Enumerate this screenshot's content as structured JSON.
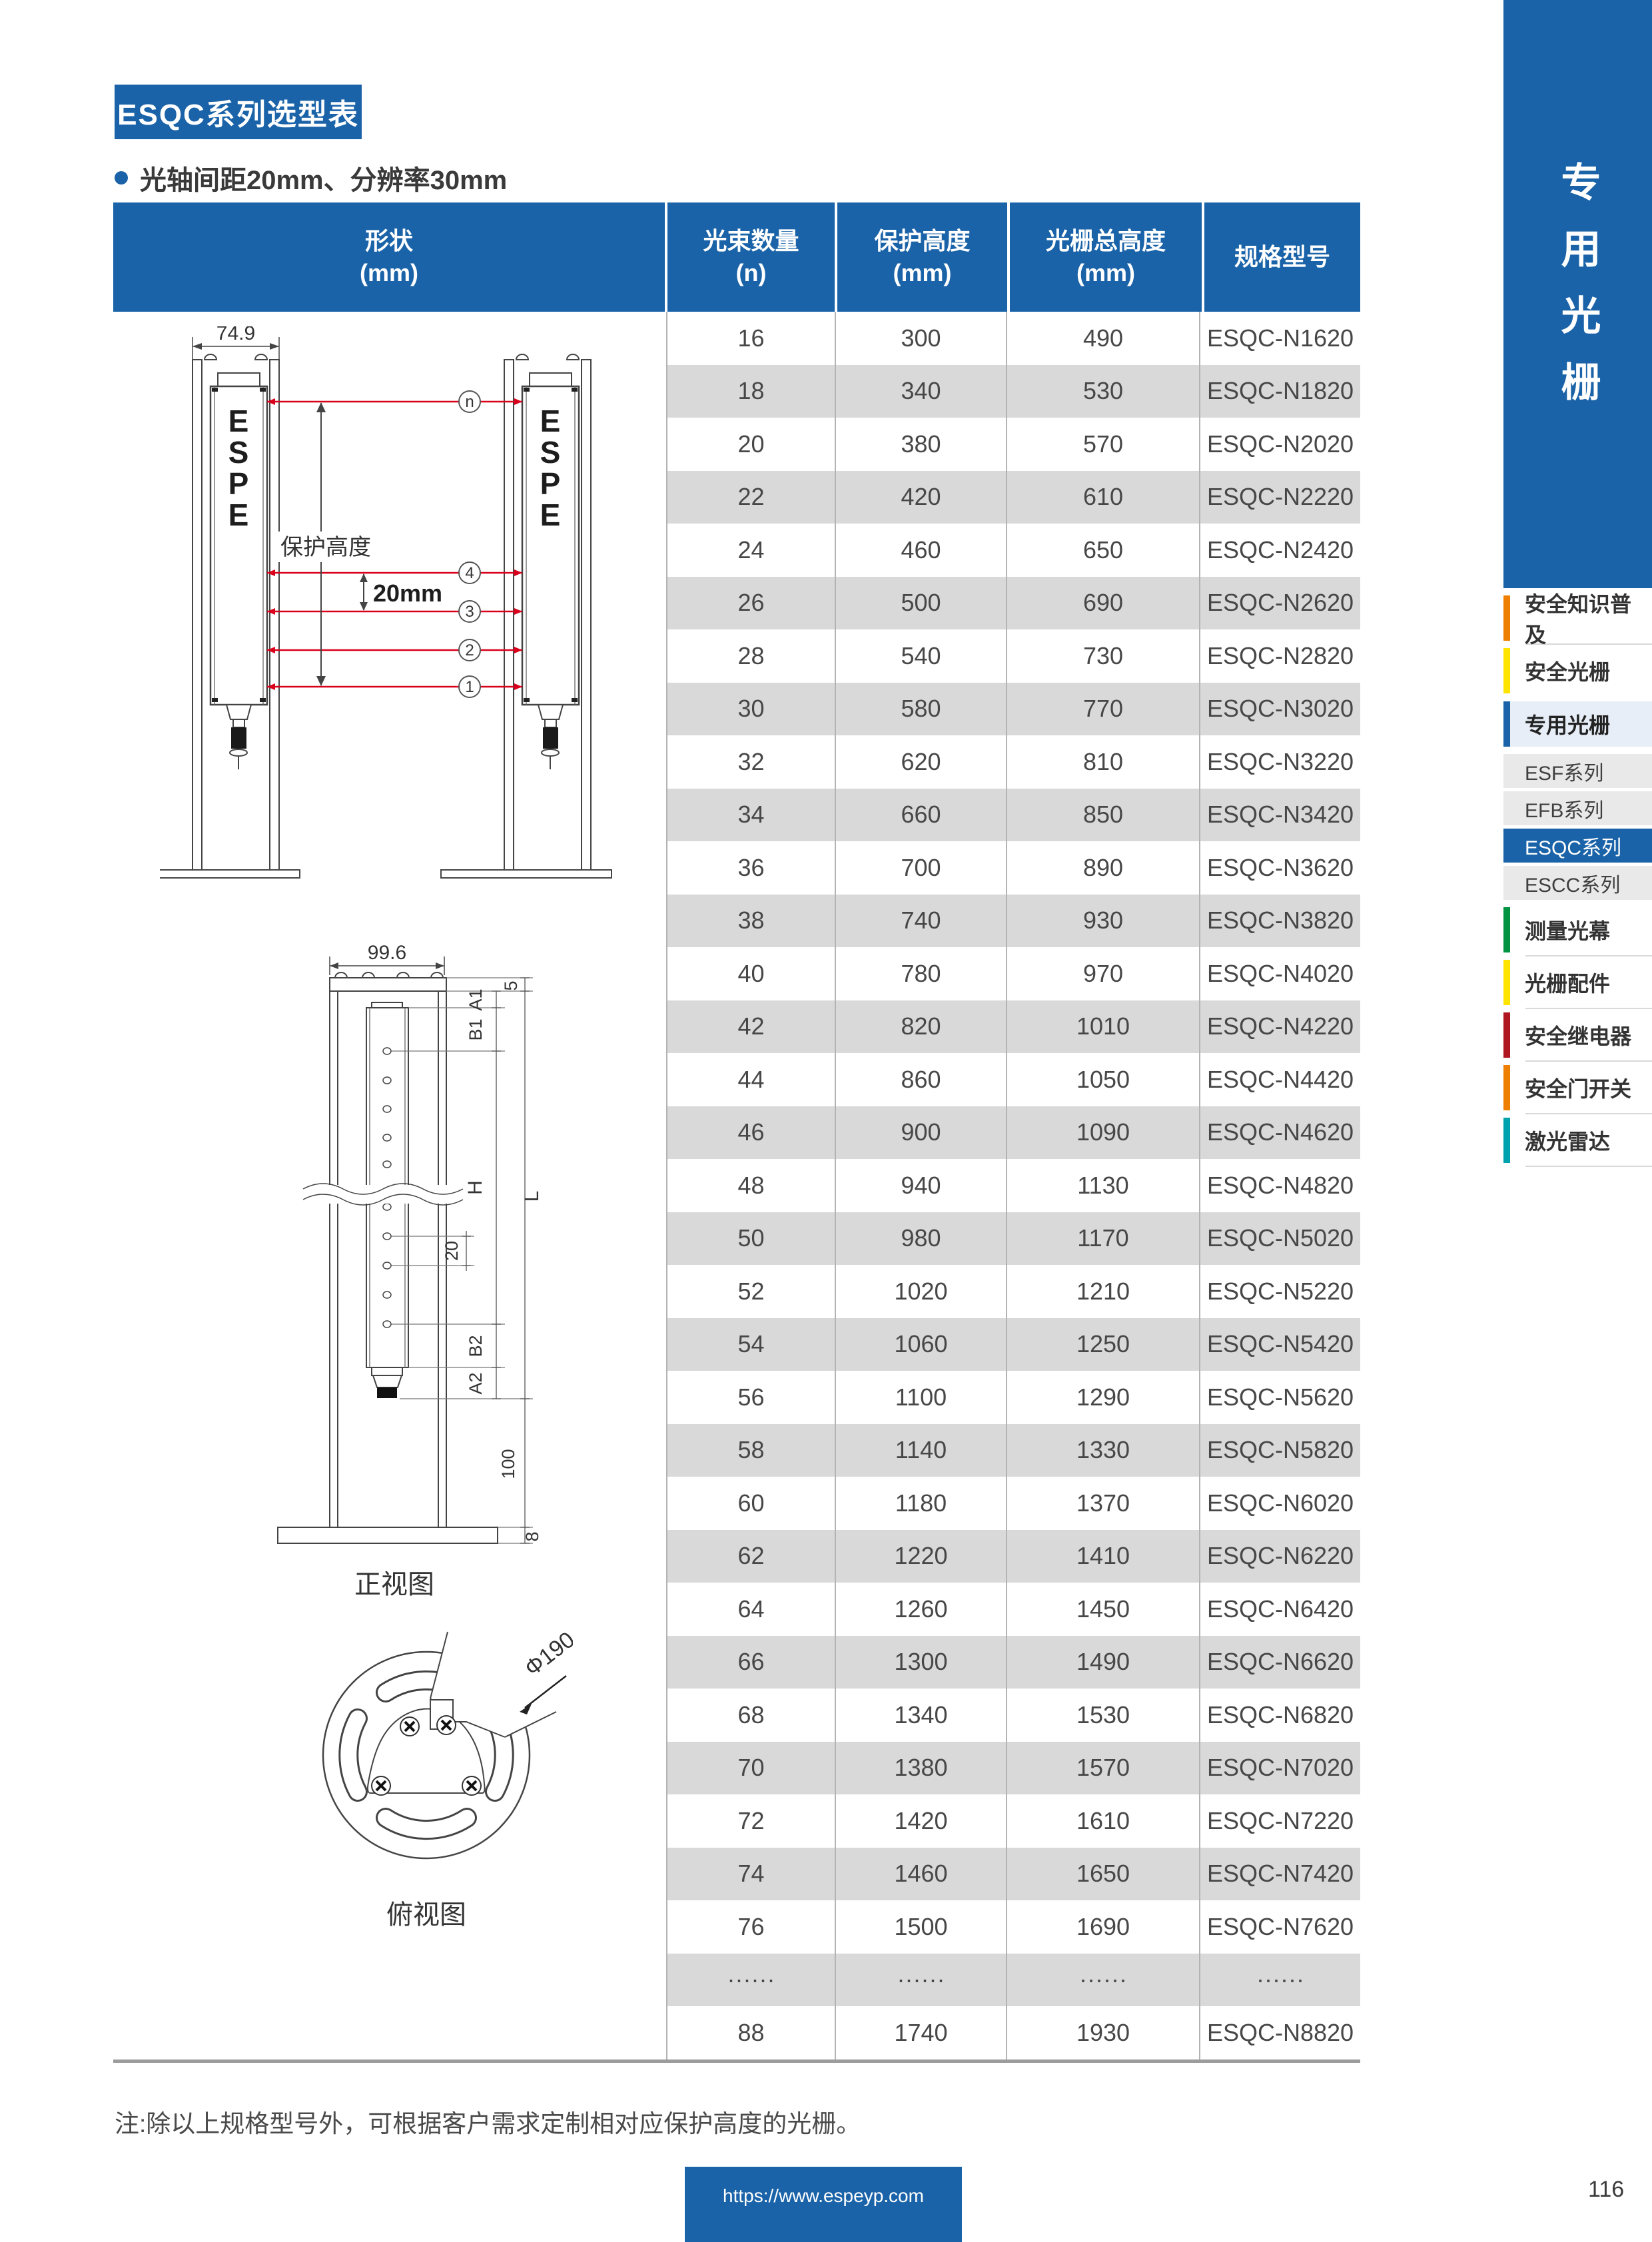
{
  "colors": {
    "accent": "#1a63a8",
    "row_alt": "#d9d9d9",
    "beam": "#d9001b"
  },
  "header": {
    "title": "ESQC系列选型表",
    "bullet": "光轴间距20mm、分辨率30mm"
  },
  "table": {
    "headers": [
      {
        "line1": "形状",
        "line2": "(mm)"
      },
      {
        "line1": "光束数量",
        "line2": "(n)"
      },
      {
        "line1": "保护高度",
        "line2": "(mm)"
      },
      {
        "line1": "光栅总高度",
        "line2": "(mm)"
      },
      {
        "line1": "规格型号",
        "line2": ""
      }
    ],
    "rows": [
      [
        "16",
        "300",
        "490",
        "ESQC-N1620"
      ],
      [
        "18",
        "340",
        "530",
        "ESQC-N1820"
      ],
      [
        "20",
        "380",
        "570",
        "ESQC-N2020"
      ],
      [
        "22",
        "420",
        "610",
        "ESQC-N2220"
      ],
      [
        "24",
        "460",
        "650",
        "ESQC-N2420"
      ],
      [
        "26",
        "500",
        "690",
        "ESQC-N2620"
      ],
      [
        "28",
        "540",
        "730",
        "ESQC-N2820"
      ],
      [
        "30",
        "580",
        "770",
        "ESQC-N3020"
      ],
      [
        "32",
        "620",
        "810",
        "ESQC-N3220"
      ],
      [
        "34",
        "660",
        "850",
        "ESQC-N3420"
      ],
      [
        "36",
        "700",
        "890",
        "ESQC-N3620"
      ],
      [
        "38",
        "740",
        "930",
        "ESQC-N3820"
      ],
      [
        "40",
        "780",
        "970",
        "ESQC-N4020"
      ],
      [
        "42",
        "820",
        "1010",
        "ESQC-N4220"
      ],
      [
        "44",
        "860",
        "1050",
        "ESQC-N4420"
      ],
      [
        "46",
        "900",
        "1090",
        "ESQC-N4620"
      ],
      [
        "48",
        "940",
        "1130",
        "ESQC-N4820"
      ],
      [
        "50",
        "980",
        "1170",
        "ESQC-N5020"
      ],
      [
        "52",
        "1020",
        "1210",
        "ESQC-N5220"
      ],
      [
        "54",
        "1060",
        "1250",
        "ESQC-N5420"
      ],
      [
        "56",
        "1100",
        "1290",
        "ESQC-N5620"
      ],
      [
        "58",
        "1140",
        "1330",
        "ESQC-N5820"
      ],
      [
        "60",
        "1180",
        "1370",
        "ESQC-N6020"
      ],
      [
        "62",
        "1220",
        "1410",
        "ESQC-N6220"
      ],
      [
        "64",
        "1260",
        "1450",
        "ESQC-N6420"
      ],
      [
        "66",
        "1300",
        "1490",
        "ESQC-N6620"
      ],
      [
        "68",
        "1340",
        "1530",
        "ESQC-N6820"
      ],
      [
        "70",
        "1380",
        "1570",
        "ESQC-N7020"
      ],
      [
        "72",
        "1420",
        "1610",
        "ESQC-N7220"
      ],
      [
        "74",
        "1460",
        "1650",
        "ESQC-N7420"
      ],
      [
        "76",
        "1500",
        "1690",
        "ESQC-N7620"
      ],
      [
        "······",
        "······",
        "······",
        "······"
      ],
      [
        "88",
        "1740",
        "1930",
        "ESQC-N8820"
      ]
    ]
  },
  "note": "注:除以上规格型号外，可根据客户需求定制相对应保护高度的光栅。",
  "footer": {
    "url": "https://www.espeyp.com",
    "page_number": "116"
  },
  "sidebar": {
    "vertical_title": "专用光栅",
    "menu": [
      {
        "id": "safety-knowledge",
        "label": "安全知识普及",
        "type": "bar",
        "color": "#ee7f01",
        "divider": true
      },
      {
        "id": "safety-light-curtain",
        "label": "安全光栅",
        "type": "bar",
        "color": "#ffe400",
        "divider": false
      },
      {
        "id": "special-light-curtain",
        "label": "专用光栅",
        "type": "parent",
        "color": "#1a63a8"
      },
      {
        "id": "esf-series",
        "label": "ESF系列",
        "type": "sub",
        "active": false
      },
      {
        "id": "efb-series",
        "label": "EFB系列",
        "type": "sub",
        "active": false
      },
      {
        "id": "esqc-series",
        "label": "ESQC系列",
        "type": "sub",
        "active": true
      },
      {
        "id": "escc-series",
        "label": "ESCC系列",
        "type": "sub",
        "active": false
      },
      {
        "id": "measuring-curtain",
        "label": "测量光幕",
        "type": "bar",
        "color": "#009442",
        "divider": true
      },
      {
        "id": "accessories",
        "label": "光栅配件",
        "type": "bar",
        "color": "#ffe400",
        "divider": true
      },
      {
        "id": "safety-relay",
        "label": "安全继电器",
        "type": "bar",
        "color": "#b01620",
        "divider": true
      },
      {
        "id": "safety-door-switch",
        "label": "安全门开关",
        "type": "bar",
        "color": "#ee7f01",
        "divider": true
      },
      {
        "id": "laser-radar",
        "label": "激光雷达",
        "type": "bar",
        "color": "#00a3ad",
        "divider": true
      }
    ]
  },
  "diagrams": {
    "pair_view": {
      "width_dim": "74.9",
      "brand": "ESPE",
      "protection_label": "保护高度",
      "pitch_label": "20mm",
      "beam_labels": [
        "n",
        "4",
        "3",
        "2",
        "1"
      ]
    },
    "front_view": {
      "width_dim": "99.6",
      "d5": "5",
      "a1": "A1",
      "b1": "B1",
      "h": "H",
      "l": "L",
      "b2": "B2",
      "a2": "A2",
      "p20": "20",
      "d100": "100",
      "d8": "8",
      "caption": "正视图"
    },
    "top_view": {
      "dia": "Φ190",
      "caption": "俯视图"
    }
  }
}
